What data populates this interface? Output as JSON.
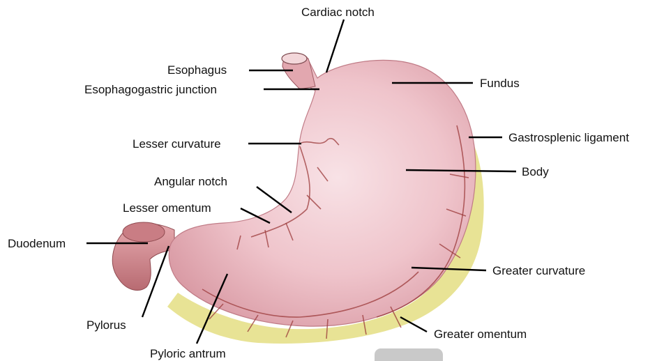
{
  "labels": {
    "cardiac_notch": "Cardiac notch",
    "esophagus": "Esophagus",
    "esophagogastric_junction": "Esophagogastric junction",
    "fundus": "Fundus",
    "gastrosplenic_ligament": "Gastrosplenic ligament",
    "lesser_curvature": "Lesser curvature",
    "body": "Body",
    "angular_notch": "Angular notch",
    "lesser_omentum": "Lesser omentum",
    "duodenum": "Duodenum",
    "greater_curvature": "Greater curvature",
    "pylorus": "Pylorus",
    "greater_omentum": "Greater omentum",
    "pyloric_antrum": "Pyloric antrum"
  },
  "colors": {
    "stomach_pink": "#e8b4bc",
    "stomach_highlight": "#f7dde2",
    "omentum_yellow": "#e6e08a",
    "vessel_red": "#9b3a3a",
    "duodenum": "#d28a8f"
  }
}
